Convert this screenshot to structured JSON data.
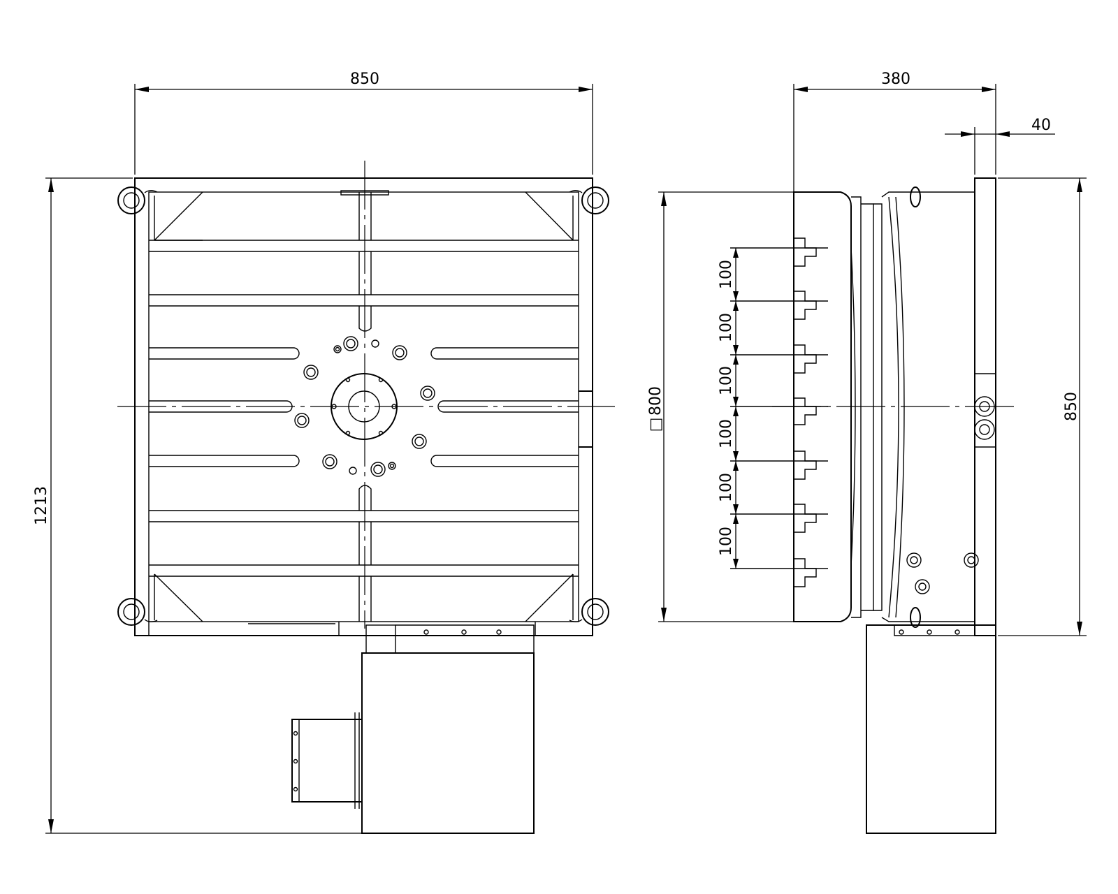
{
  "drawing": {
    "front_view": {
      "width_label": "850",
      "height_label": "1213"
    },
    "side_view": {
      "depth_label": "380",
      "flange_label": "40",
      "table_label": "800",
      "table_prefix": "□",
      "height_label": "850",
      "slot_pitch_labels": [
        "100",
        "100",
        "100",
        "100",
        "100",
        "100"
      ]
    }
  }
}
